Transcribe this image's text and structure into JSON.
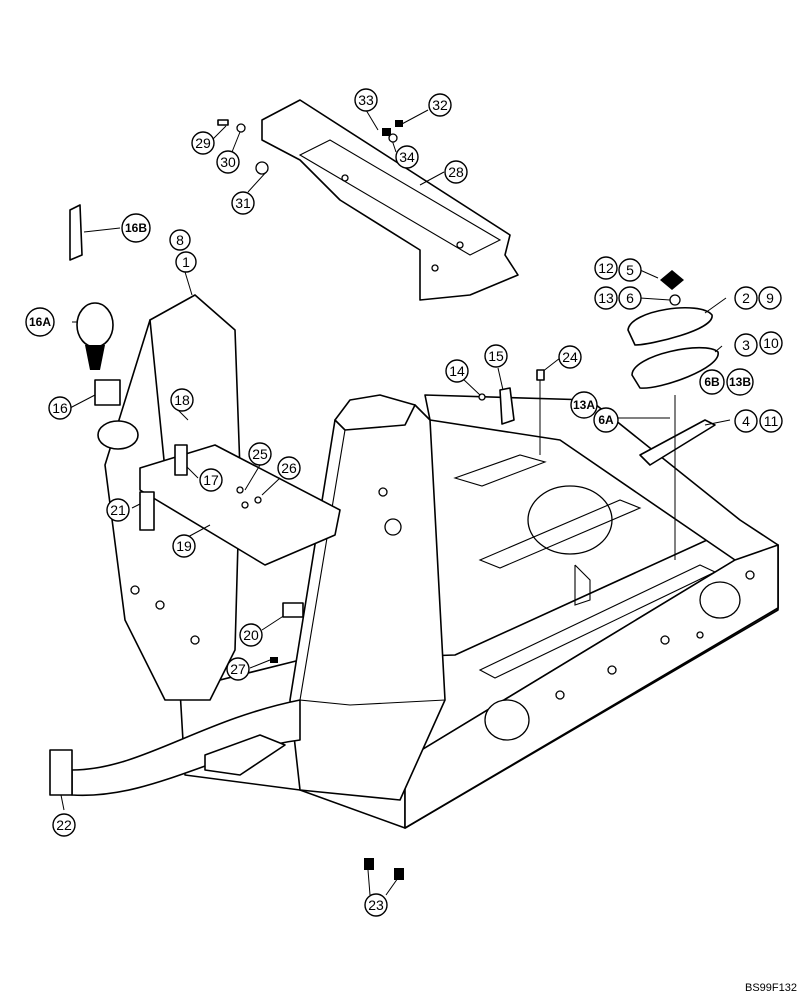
{
  "drawing_code": "BS99F132",
  "callouts": [
    {
      "id": "c33",
      "label": "33"
    },
    {
      "id": "c32",
      "label": "32"
    },
    {
      "id": "c29",
      "label": "29"
    },
    {
      "id": "c30",
      "label": "30"
    },
    {
      "id": "c34",
      "label": "34"
    },
    {
      "id": "c31",
      "label": "31"
    },
    {
      "id": "c28",
      "label": "28"
    },
    {
      "id": "c16B",
      "label": "16B"
    },
    {
      "id": "c8",
      "label": "8"
    },
    {
      "id": "c1",
      "label": "1"
    },
    {
      "id": "c12",
      "label": "12"
    },
    {
      "id": "c5",
      "label": "5"
    },
    {
      "id": "c13",
      "label": "13"
    },
    {
      "id": "c6",
      "label": "6"
    },
    {
      "id": "c2",
      "label": "2"
    },
    {
      "id": "c9",
      "label": "9"
    },
    {
      "id": "c16A",
      "label": "16A"
    },
    {
      "id": "c3",
      "label": "3"
    },
    {
      "id": "c10",
      "label": "10"
    },
    {
      "id": "c15",
      "label": "15"
    },
    {
      "id": "c24",
      "label": "24"
    },
    {
      "id": "c14",
      "label": "14"
    },
    {
      "id": "c6B",
      "label": "6B"
    },
    {
      "id": "c13B",
      "label": "13B"
    },
    {
      "id": "c16",
      "label": "16"
    },
    {
      "id": "c18",
      "label": "18"
    },
    {
      "id": "c13A",
      "label": "13A"
    },
    {
      "id": "c6A",
      "label": "6A"
    },
    {
      "id": "c4",
      "label": "4"
    },
    {
      "id": "c11",
      "label": "11"
    },
    {
      "id": "c25",
      "label": "25"
    },
    {
      "id": "c26",
      "label": "26"
    },
    {
      "id": "c17",
      "label": "17"
    },
    {
      "id": "c21",
      "label": "21"
    },
    {
      "id": "c19",
      "label": "19"
    },
    {
      "id": "c20",
      "label": "20"
    },
    {
      "id": "c27",
      "label": "27"
    },
    {
      "id": "c22",
      "label": "22"
    },
    {
      "id": "c23",
      "label": "23"
    }
  ]
}
